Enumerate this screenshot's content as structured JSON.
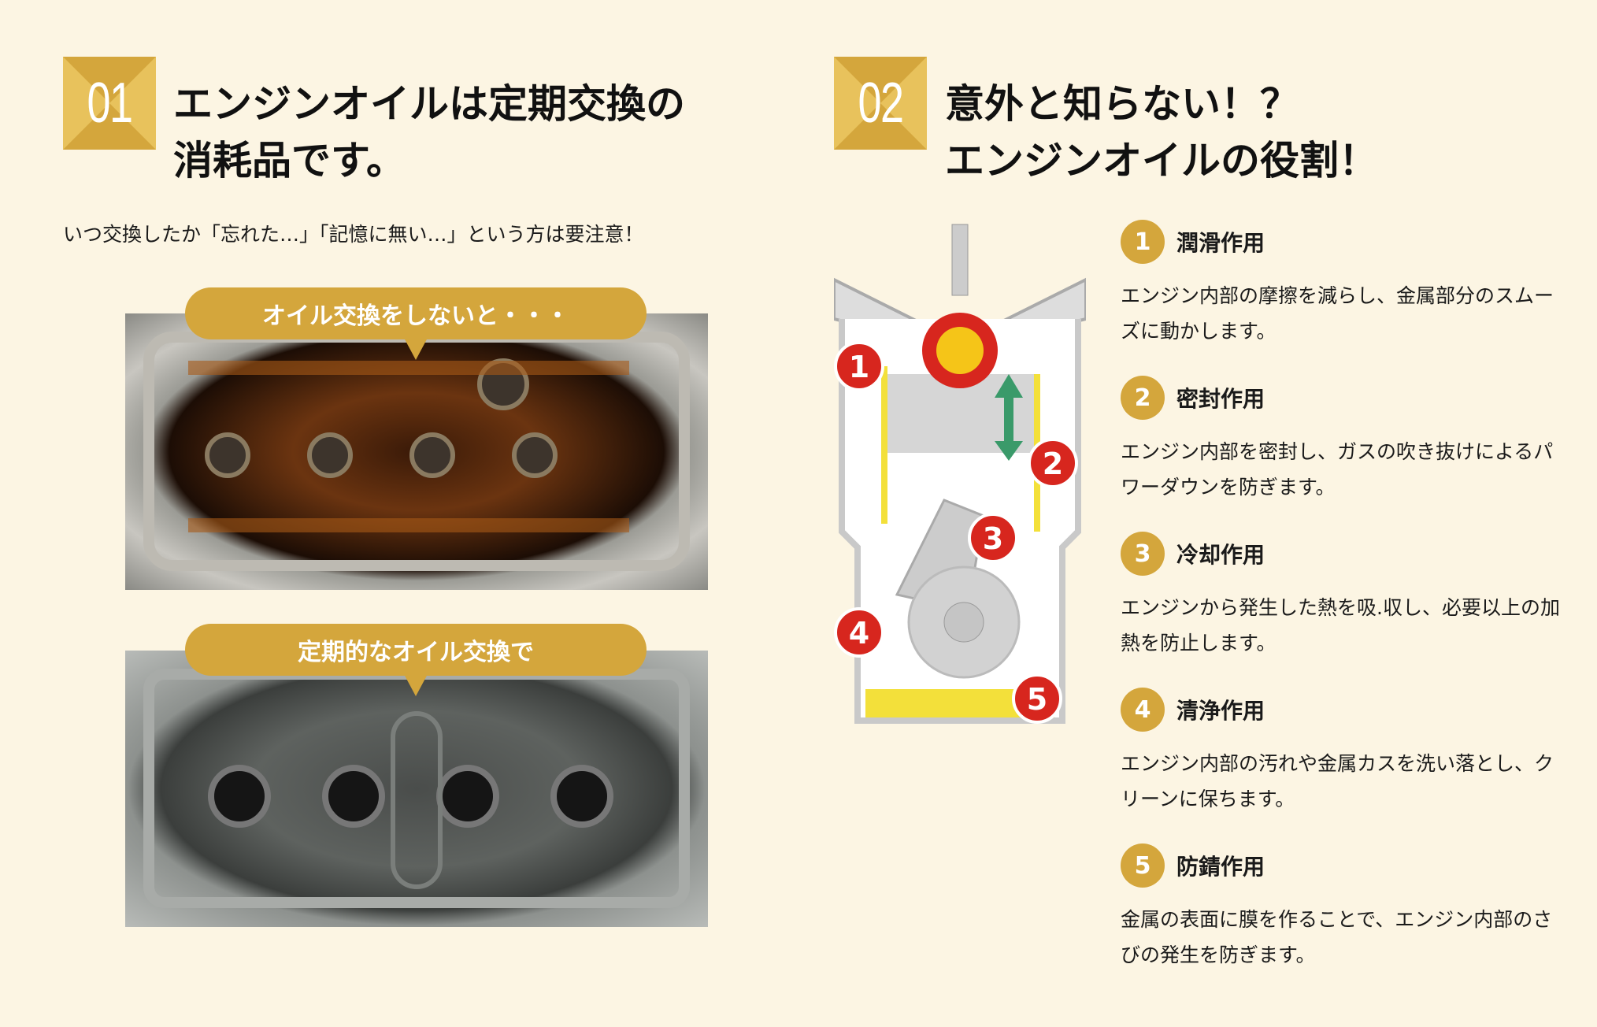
{
  "section1": {
    "number": "01",
    "title_line1": "エンジンオイルは定期交換の",
    "title_line2": "消耗品です。",
    "subtitle": "いつ交換したか「忘れた…」「記憶に無い…」という方は要注意！",
    "bubble_before": "オイル交換をしないと・・・",
    "bubble_after": "定期的なオイル交換で"
  },
  "section2": {
    "number": "02",
    "title_line1": "意外と知らない！？",
    "title_line2": "エンジンオイルの役割！",
    "diagram_labels": [
      "1",
      "2",
      "3",
      "4",
      "5"
    ],
    "items": [
      {
        "num": "1",
        "title": "潤滑作用",
        "desc": "エンジン内部の摩擦を減らし、金属部分のスムーズに動かします。"
      },
      {
        "num": "2",
        "title": "密封作用",
        "desc": "エンジン内部を密封し、ガスの吹き抜けによるパワーダウンを防ぎます。"
      },
      {
        "num": "3",
        "title": "冷却作用",
        "desc": "エンジンから発生した熱を吸.収し、必要以上の加熱を防止します。"
      },
      {
        "num": "4",
        "title": "清浄作用",
        "desc": "エンジン内部の汚れや金属カスを洗い落とし、クリーンに保ちます。"
      },
      {
        "num": "5",
        "title": "防錆作用",
        "desc": "金属の表面に膜を作ることで、エンジン内部のさびの発生を防ぎます。"
      }
    ]
  },
  "colors": {
    "accent": "#d4a63c",
    "background": "#fcf5e3",
    "diagram_red": "#d7261e",
    "oil_yellow": "#f3e03a"
  }
}
